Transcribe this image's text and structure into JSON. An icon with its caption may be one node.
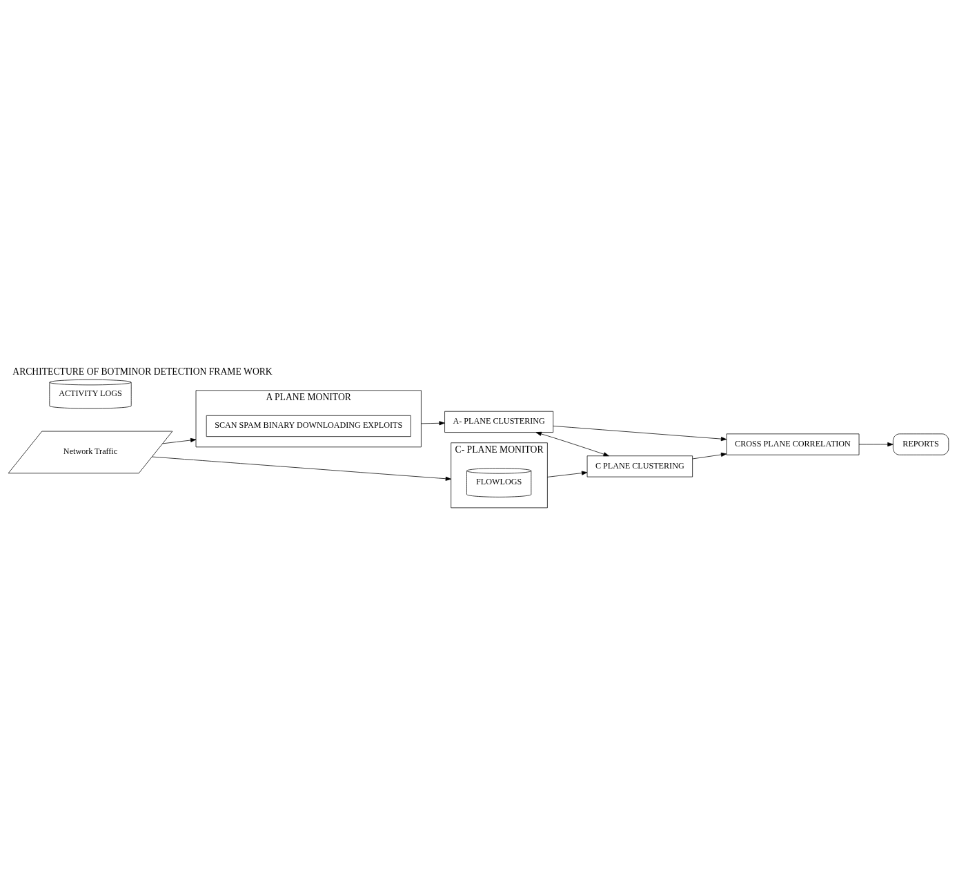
{
  "diagram": {
    "title": "ARCHITECTURE OF BOTMINOR DETECTION FRAME WORK",
    "nodes": [
      {
        "text": [
          "A PLANE MONITOR"
        ]
      },
      {
        "text": [
          "SCAN SPAM BINARY DOWNLOADING EXPLOITS"
        ],
        "in": 0
      },
      {
        "text": [
          "ACTIVITY LOGS"
        ]
      },
      {
        "text": [
          "Network Traffic"
        ]
      },
      {
        "text": [
          "A- PLANE CLUSTERING"
        ]
      },
      {
        "text": [
          "REPORTS"
        ]
      },
      {
        "text": [
          "CROSS PLANE CORRELATION"
        ]
      },
      {
        "text": [
          "C- PLANE MONITOR"
        ]
      },
      {
        "text": [
          "FLOWLOGS"
        ],
        "in": 7
      },
      {
        "text": [
          "C PLANE CLUSTERING"
        ]
      }
    ],
    "edges": [
      {
        "from": 3,
        "to": 0,
        "arrow": "to"
      },
      {
        "from": 3,
        "to": 7,
        "arrow": "to"
      },
      {
        "from": 0,
        "to": 4,
        "arrow": "to"
      },
      {
        "from": 7,
        "to": 9,
        "arrow": "to"
      },
      {
        "from": 4,
        "to": 9,
        "arrow": "both"
      },
      {
        "from": 4,
        "to": 6,
        "arrow": "to"
      },
      {
        "from": 9,
        "to": 6,
        "arrow": "to"
      },
      {
        "from": 6,
        "to": 5,
        "arrow": "to"
      }
    ]
  }
}
